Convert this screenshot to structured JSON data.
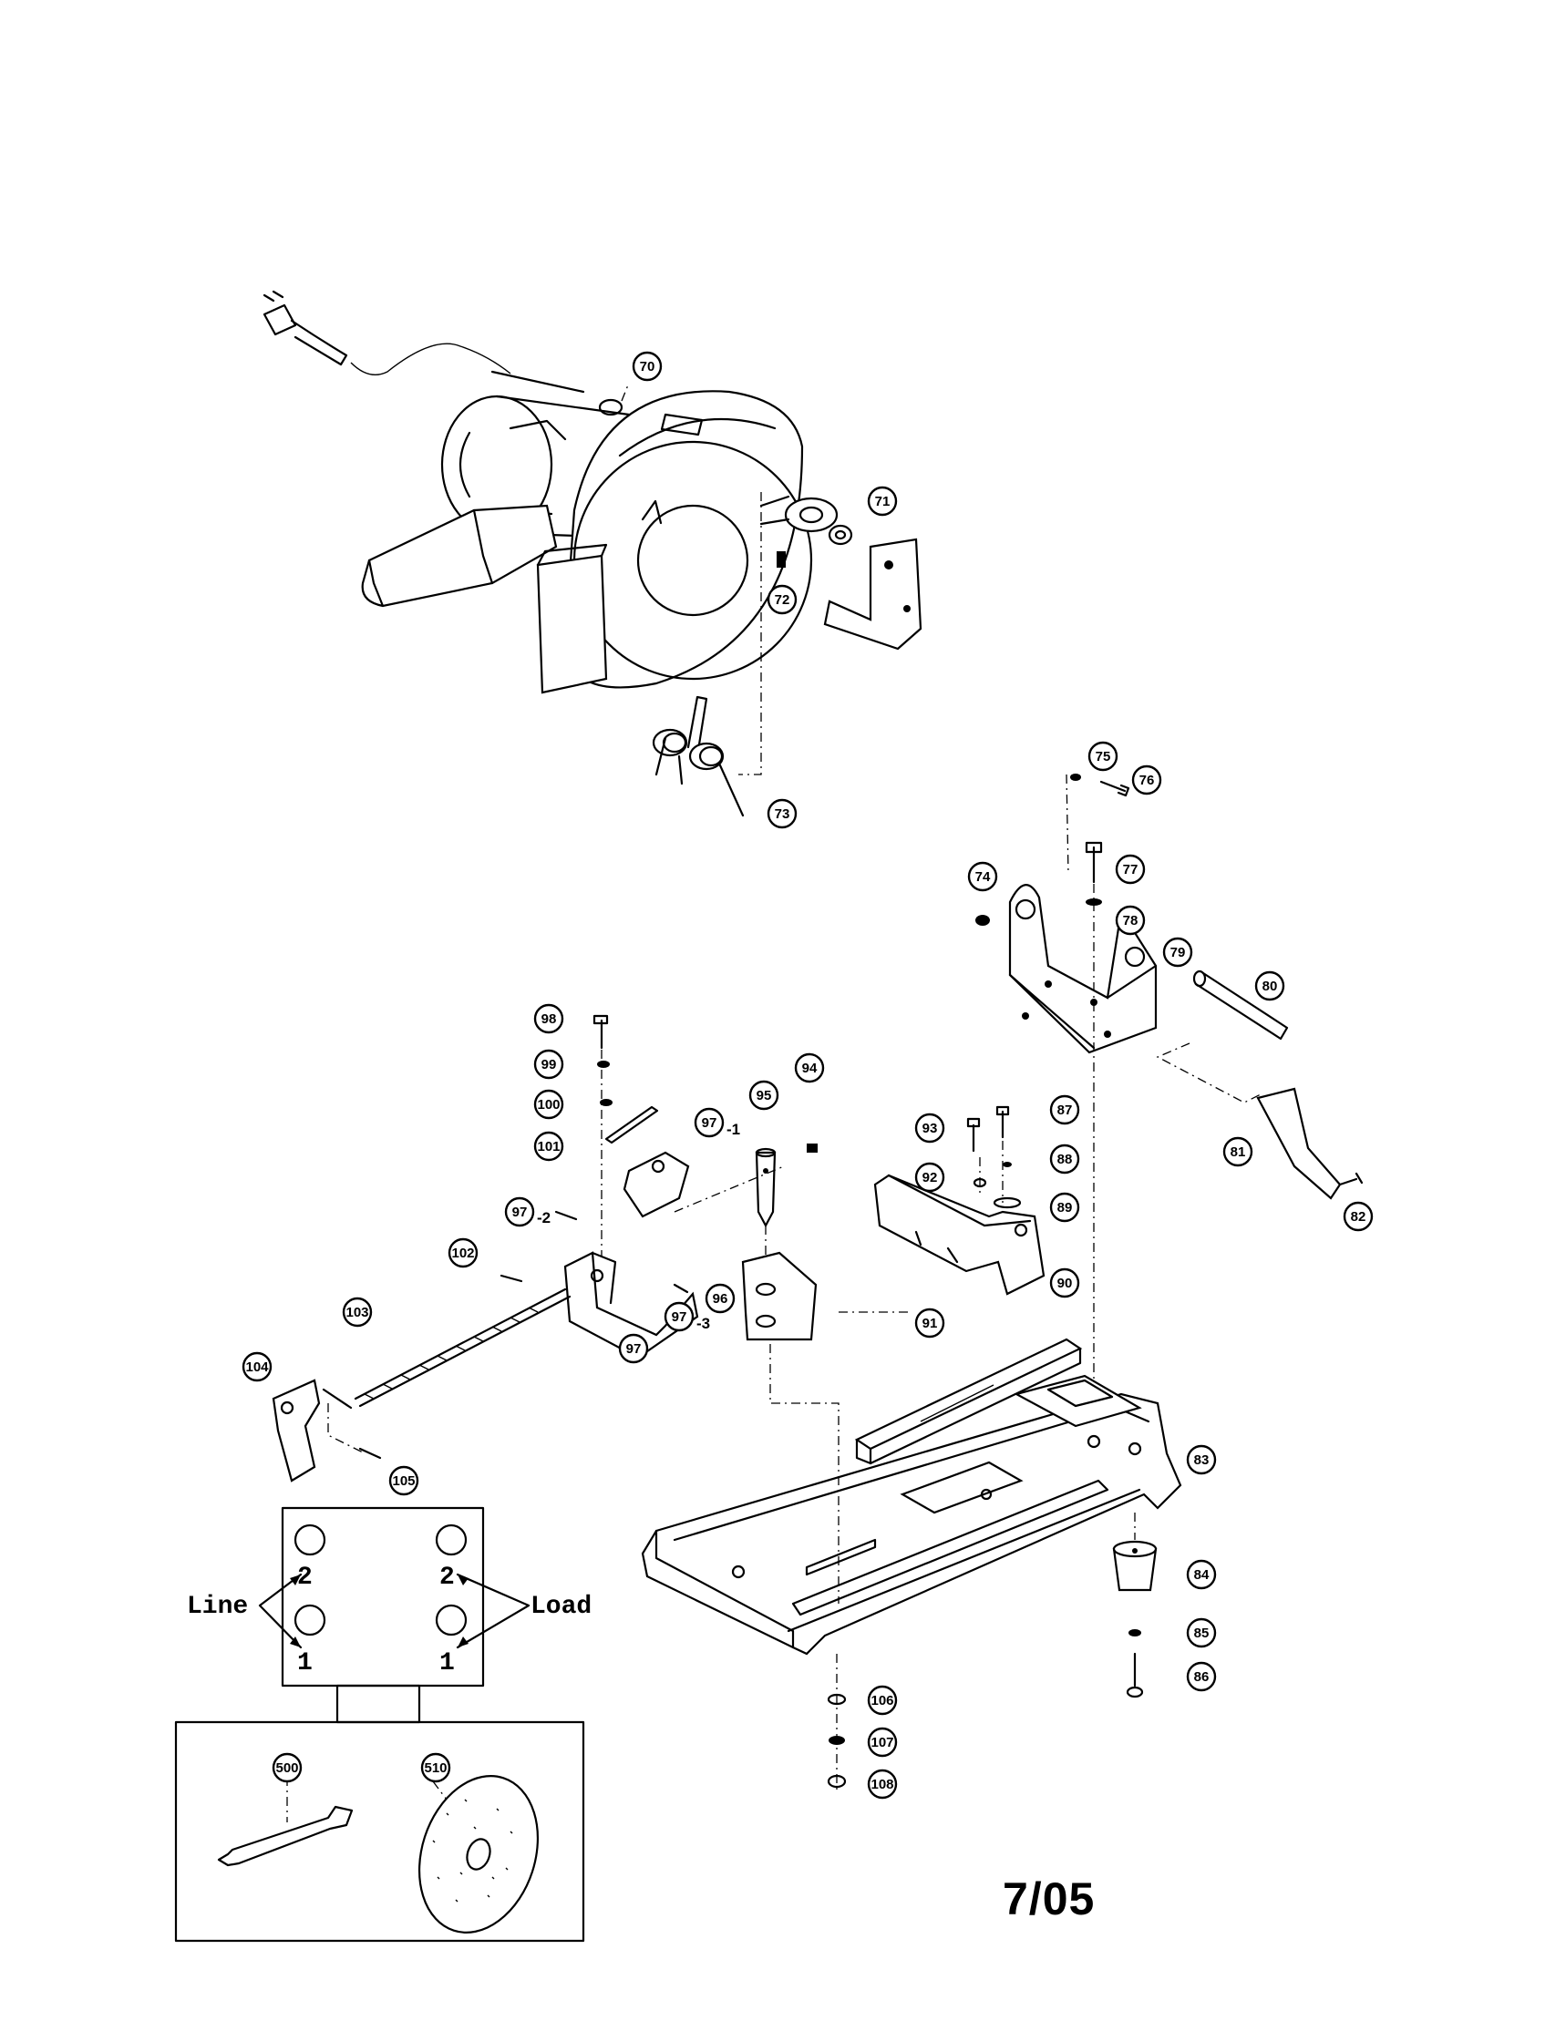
{
  "page_number": "7/05",
  "callouts": {
    "p70": "70",
    "p71": "71",
    "p72": "72",
    "p73": "73",
    "p74": "74",
    "p75": "75",
    "p76": "76",
    "p77": "77",
    "p78": "78",
    "p79": "79",
    "p80": "80",
    "p81": "81",
    "p82": "82",
    "p83": "83",
    "p84": "84",
    "p85": "85",
    "p86": "86",
    "p87": "87",
    "p88": "88",
    "p89": "89",
    "p90": "90",
    "p91": "91",
    "p92": "92",
    "p93": "93",
    "p94": "94",
    "p95": "95",
    "p96": "96",
    "p97": "97",
    "p97_1": "97",
    "p97_2": "97",
    "p97_3": "97",
    "p98": "98",
    "p99": "99",
    "p100": "100",
    "p101": "101",
    "p102": "102",
    "p103": "103",
    "p104": "104",
    "p105": "105",
    "p106": "106",
    "p107": "107",
    "p108": "108",
    "p500": "500",
    "p510": "510"
  },
  "suffixes": {
    "s97_1": "-1",
    "s97_2": "-2",
    "s97_3": "-3"
  },
  "switch_diagram": {
    "line_label": "Line",
    "load_label": "Load",
    "terminal_top_left": "2",
    "terminal_bottom_left": "1",
    "terminal_top_right": "2",
    "terminal_bottom_right": "1"
  }
}
